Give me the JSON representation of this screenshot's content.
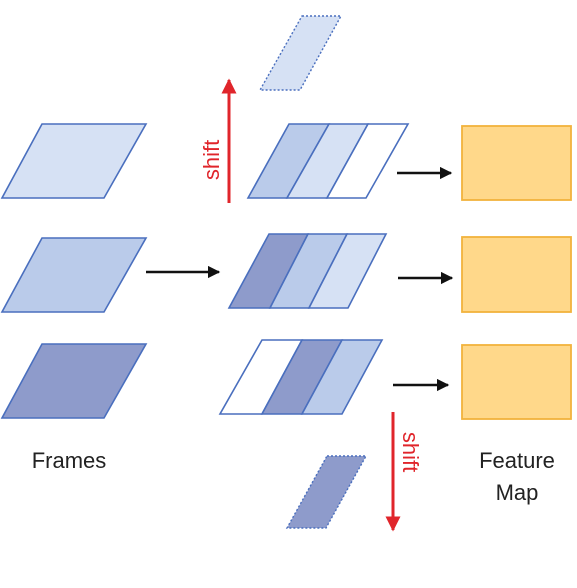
{
  "labels": {
    "frames": "Frames",
    "feature_line1": "Feature",
    "feature_line2": "Map",
    "shift_up": "shift",
    "shift_down": "shift"
  },
  "colors": {
    "stroke": "#4A6FBE",
    "light": "#D6E1F4",
    "mid": "#BACBEA",
    "dark": "#8E9BCB",
    "white": "#FFFFFF",
    "feature_fill": "#FFD88A",
    "feature_stroke": "#F2B33C",
    "arrow_black": "#111111",
    "arrow_red": "#E0252B"
  }
}
